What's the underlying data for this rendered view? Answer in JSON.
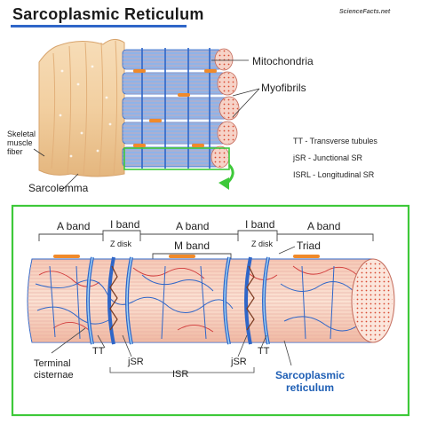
{
  "title": "Sarcoplasmic Reticulum",
  "brand": "ScienceFacts.net",
  "top_labels": {
    "mitochondria": "Mitochondria",
    "myofibrils": "Myofibrils",
    "skeletal_muscle_fiber": [
      "Skeletal",
      "muscle",
      "fiber"
    ],
    "sarcolemma": "Sarcolemma"
  },
  "legend": [
    "TT - Transverse tubules",
    "jSR - Junctional SR",
    "ISRL - Longitudinal SR"
  ],
  "bands": {
    "a_band": "A band",
    "i_band": "I band",
    "m_band": "M band",
    "z_disk": "Z disk",
    "triad": "Triad"
  },
  "bottom_labels": {
    "terminal_cisternae": [
      "Terminal",
      "cisternae"
    ],
    "tt": "TT",
    "jsr": "jSR",
    "isr": "ISR",
    "sarcoplasmic_reticulum": [
      "Sarcoplasmic",
      "reticulum"
    ]
  },
  "colors": {
    "title_underline": "#2f66c8",
    "highlight_green": "#3ec93a",
    "fiber_tan": "#f2cfa0",
    "tubule_blue": "#2f66c8",
    "sr_label_blue": "#1f5fb5",
    "mitochondria_orange": "#f08a2a"
  }
}
